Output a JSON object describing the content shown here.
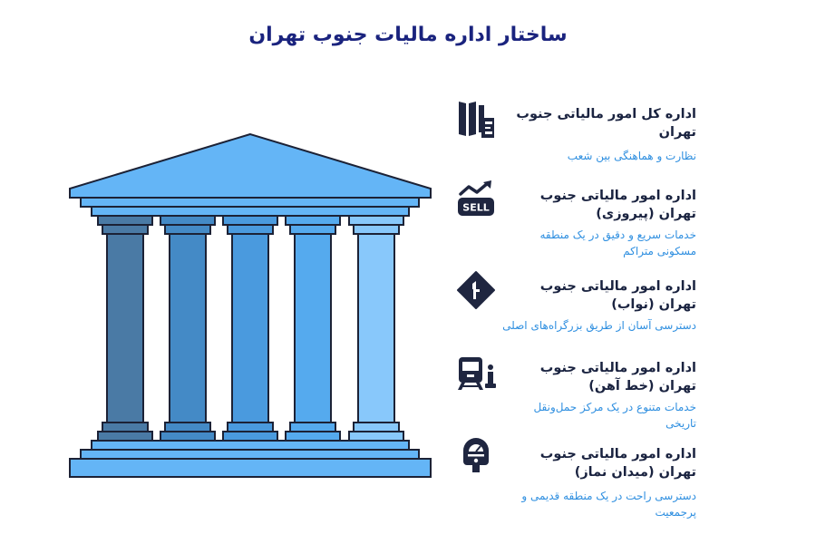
{
  "title": "ساختار اداره مالیات جنوب تهران",
  "colors": {
    "title": "#1a237e",
    "heading": "#1a2340",
    "description": "#2f8fe0",
    "outline": "#1c2236",
    "roof": "#64b5f6",
    "icon": "#1f2640",
    "columns": [
      "#4a7aa5",
      "#448ac6",
      "#4a9ade",
      "#55aaee",
      "#88c8fb"
    ]
  },
  "temple": {
    "column_count": 5
  },
  "items": [
    {
      "icon": "street-sign-flag-icon",
      "heading": "اداره کل امور مالیاتی جنوب تهران",
      "description": "نظارت و هماهنگی بین شعب"
    },
    {
      "icon": "sell-trend-icon",
      "heading": "اداره امور مالیاتی جنوب تهران (پیروزی)",
      "description": "خدمات سریع و دقیق در یک منطقه مسکونی متراکم",
      "icon_label": "SELL"
    },
    {
      "icon": "road-sign-diamond-icon",
      "heading": "اداره امور مالیاتی جنوب تهران (نواب)",
      "description": "دسترسی آسان از طریق بزرگراه‌های اصلی"
    },
    {
      "icon": "train-info-icon",
      "heading": "اداره امور مالیاتی جنوب تهران (خط آهن)",
      "description": "خدمات متنوع در یک مرکز حمل‌ونقل تاریخی"
    },
    {
      "icon": "parking-meter-icon",
      "heading": "اداره امور مالیاتی جنوب تهران (میدان نماز)",
      "description": "دسترسی راحت در یک منطقه قدیمی و پرجمعیت"
    }
  ]
}
